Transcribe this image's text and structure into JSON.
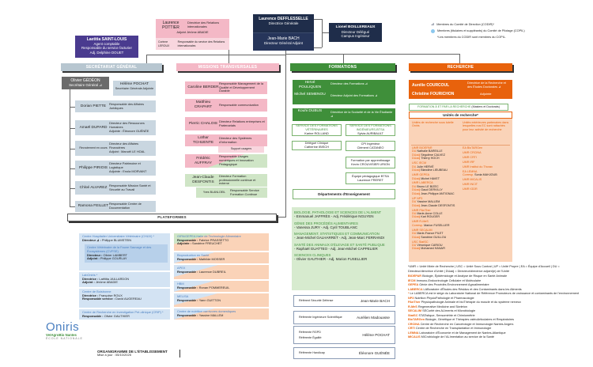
{
  "colors": {
    "navy": "#1f2d4a",
    "purple": "#4a3b8f",
    "pink": "#f4b8c6",
    "green": "#3f8f3a",
    "orange": "#e8620c",
    "peach": "#fad3b8",
    "slate": "#c9d6e0",
    "grey": "#6b6b6b"
  },
  "direction": {
    "dg_name": "Laurence DEFFLESSELLE",
    "dg_title": "Directrice Générale",
    "dga_name": "Jean-Marie BACH",
    "dga_title": "Directeur Général Adjoint",
    "dd_name": "Lionel BOILLEREAUX",
    "dd_title": "Directeur Délégué",
    "dd_title2": "Campus Ingénieur",
    "codir_mark": "⊿"
  },
  "agent": {
    "name": "Laetitia SAINT-LOUIS",
    "l1": "Agent comptable",
    "l2": "Responsable du service facturier",
    "l3": "Adj. Delphine DOUET"
  },
  "ri": {
    "name": "Laurence POTTIER",
    "title": "Directrice des Relations internationales",
    "adj": "Adjoint Jérôme ABADIE",
    "sub_name": "Corinne LEROUX",
    "sub_title": "Responsable du service des Relations internationales"
  },
  "legend": {
    "codir": "Membres du Comité de Direction (CODIR)*",
    "copil": "Membres (titulaires et suppléants) du Comité de Pilotage (COPIL)",
    "note": "*Les membres du CODIR sont membres du COPIL."
  },
  "headers": {
    "sg": "SECRÉTARIAT GÉNÉRAL",
    "missions": "MISSIONS TRANSVERSALES",
    "formations": "FORMATIONS",
    "recherche": "RECHERCHE",
    "plateformes": "PLATEFORMES"
  },
  "sg": {
    "head_name": "Olivier GÉDÉON",
    "head_title": "Secrétaire Général ⊿",
    "adj_name": "Hélène POCHAT",
    "adj_title": "Secrétaire Générale Adjointe",
    "rows": [
      {
        "name": "Dorian PIETTE",
        "role": "Responsable des Affaires Juridiques",
        "adj": ""
      },
      {
        "name": "Amaël DUPARD",
        "role": "Directeur des Ressources Humaines",
        "adj": "Adjointe : Éléonore GUÉNÉE"
      },
      {
        "name": "Recrutement en cours",
        "role": "Directeur des Affaires Financières",
        "adj": "Adjoint : Manoël LE HOAL"
      },
      {
        "name": "Philippe PIRIOIS",
        "role": "Directeur Patrimoine et Logistique",
        "adj": "Adjointe : Enola MORVANT"
      },
      {
        "name": "Chloé ALVAREZ",
        "role": "Responsable Mission Santé et Sécurité au Travail",
        "adj": ""
      },
      {
        "name": "Ramona FEILLET",
        "role": "Responsable Centre de Documentation",
        "adj": ""
      }
    ]
  },
  "missions": {
    "rows": [
      {
        "name": "Caroline BERDER",
        "role": "Responsable Management de la Qualité et Développement Durable"
      },
      {
        "name": "Matthieu CRAPART",
        "role": "Responsable communication"
      },
      {
        "name": "Pierric CHALOIS",
        "role": "Directeur Relations entreprises et Partenariats"
      },
      {
        "name": "Lothar TCHUENTE",
        "role": "Directeur des Systèmes d'Information"
      },
      {
        "name": "Frédéric AUFFRAY",
        "role": "Responsable Usages numériques et Innovation Pédagogique"
      },
      {
        "name": "Jean-Claude DESFONTIS",
        "role": "Directeur Formation professionnelle continue et externe"
      }
    ],
    "support": "Support usagers",
    "fc_name": "Yves BLANLOEIL",
    "fc_role": "Responsable Service Formation Continue"
  },
  "formations": {
    "dir": [
      {
        "name": "Hervé POULIQUEN",
        "role": "Directeur des Formations ⊿"
      },
      {
        "name": "Michel SEMENOU",
        "role": "Directeur Adjoint des Formations ⊿"
      },
      {
        "name": "Kouhi DUBUS",
        "role": "Directrice de la Scolarité et de la Vie Étudiante ⊿"
      }
    ],
    "vet_title": "SERVICE DES FORMATIONS VÉTÉRINAIRES",
    "vet_name": "Karine ROLLAND",
    "ing_title": "SERVICE DES FORMATIONS INGÉNIEURS-BTSA",
    "ing_name": "Sylvia AURIBAULT",
    "clin_title": "Délégué Clinique",
    "clin_name": "Catherine IBISCH",
    "cpi_title": "CPI Ingénieur",
    "cpi_name": "Clément CATANEO",
    "app_title": "Formation par apprentissage",
    "app_name": "Kevin CROUVISIER URION",
    "btsa_title": "Équipe pédagogique BTSA",
    "btsa_name": "Laurence FRERET",
    "depts_label": "Départements d'Enseignement",
    "depts": [
      {
        "title": "BIOLOGIE, PATHOLOGIE ET SCIENCES DE L'ALIMENT",
        "people": "- Emmanuel JAFFRÈS - Adj. Frédérique NGUYEN"
      },
      {
        "title": "GÉNIE DES PROCÉDÉS ALIMENTAIRES",
        "people": "- Vanessa JURY - Adj. Cyril TOUBLANC"
      },
      {
        "title": "MANAGEMENT, STATISTIQUES ET COMMUNICATION",
        "people": "- Jean-Michel GALHARRET - Adj. Jean-Marc FERRANDI"
      },
      {
        "title": "SANTÉ DES ANIMAUX D'ÉLEVAGE ET SANTÉ PUBLIQUE",
        "people": "- Raphaël GUATTEO - Adj. Jean-Michel CAPPELIER"
      },
      {
        "title": "SCIENCES CLINIQUES",
        "people": "- Olivier GAUTHIER - Adj. Marion FUSELLIER"
      }
    ],
    "referents": [
      {
        "label": "Référent Sécurité Défense",
        "label2": "",
        "name": "Jean-Marie BACH"
      },
      {
        "label": "Référente Ingénieure Scientifique",
        "label2": "",
        "name": "Aurélien Madouasse"
      },
      {
        "label": "Référente RGPD",
        "label2": "Référente Égalité",
        "name": "Hélène POCHAT"
      },
      {
        "label": "Référente Handicap",
        "label2": "",
        "name": "Éléonore GUÉNÉE"
      }
    ]
  },
  "recherche": {
    "dir_name": "Aurélie COURCOUL",
    "dir_title": "Directrice de la Recherche et des Études Doctorales ⊿",
    "adj_name": "Christine FOURICHON",
    "adj_title": "Adjointe",
    "formation": "FORMATION À ET PAR LA RECHERCHE",
    "formation2": "(Masters et Doctorats)",
    "units_title": "Unités de recherche*",
    "col_left": "Unités de recherche sous tutelle Oniris",
    "col_right": "Unités extérieures partenaires dans lesquelles nos EC sont rattachés pour leur activité de recherche",
    "units_left": [
      {
        "name": "UMR BIOEPAR",
        "lines": [
          [
            "DU",
            "Nathalie BAREILLE"
          ],
          [
            "DUadj",
            "Ségolène CALVEZ"
          ],
          [
            "DUadj",
            "Thierry HOCH"
          ]
        ]
      },
      {
        "name": "USC IECM",
        "lines": [
          [
            "DU",
            "Julie HERVÉ"
          ],
          [
            "DUadj",
            "Blandine LIEUBEAU"
          ]
        ]
      },
      {
        "name": "UMR GEPEA",
        "lines": [
          [
            "DUadj",
            "Michel HAVET"
          ]
        ]
      },
      {
        "name": "UMR LABERCA",
        "lines": [
          [
            "DU",
            "Bruno LE BIZEC"
          ],
          [
            "DUadj",
            "Gaud DERVILLY"
          ],
          [
            "DUadj",
            "Jean-Philippe ANTIGNAC"
          ]
        ]
      },
      {
        "name": "UP NP3",
        "lines": [
          [
            "DU",
            "Yassine MALLEM"
          ],
          [
            "DUadj",
            "Jean-Claude DESFONTIS"
          ]
        ]
      },
      {
        "name": "UMR PAnTher",
        "lines": [
          [
            "DU",
            "Marie-Anne COLLE"
          ],
          [
            "DUadj",
            "Karl ROUGER"
          ]
        ]
      },
      {
        "name": "UMR R-MeS",
        "lines": [
          [
            "Corresp.",
            "Marion FUSELLIER"
          ]
        ]
      },
      {
        "name": "UMR SECALIM",
        "lines": [
          [
            "DU",
            "Marie-France PILET"
          ],
          [
            "DUadj",
            "Sandrine GUILLOU"
          ]
        ]
      },
      {
        "name": "USC StatSC",
        "lines": [
          [
            "DU",
            "Véronique CARIOU"
          ],
          [
            "DUadj",
            "Mohamed HANAFI"
          ]
        ]
      }
    ],
    "units_right": [
      {
        "name": "EA BioTARGen",
        "lines": []
      },
      {
        "name": "UMR CRCINA",
        "lines": []
      },
      {
        "name": "UMR CRTI",
        "lines": []
      },
      {
        "name": "UMR IRF",
        "lines": []
      },
      {
        "name": "UMR Institut du Thorax",
        "lines": []
      },
      {
        "name": "EA LEMNA",
        "lines": [
          [
            "Corresp.",
            "Sonia MAHJOUB"
          ]
        ]
      },
      {
        "name": "UMR MICALIS",
        "lines": []
      },
      {
        "name": "UMR INCIT",
        "lines": []
      },
      {
        "name": "UMR IGDR",
        "lines": []
      }
    ],
    "abbrev": "*UMR = Unité Mixte de Recherche | USC = Unité Sous Contrat | UP = Unité Propre | EA = Équipe d'Accueil | DU = Directeur/directrice d'Unité | DUadj = Directeur/directrice adjoint(e) de l'Unité",
    "glossary": [
      [
        "BIOEPAR",
        "Biologie, Épidémiologie et Analyse de Risque en Santé Animale"
      ],
      [
        "IECM",
        "Immuno-Endocrinologie Cellulaire et Moléculaire"
      ],
      [
        "GEPEA",
        "Génie des Procédés Environnement Agroalimentaire"
      ],
      [
        "LABERCA",
        "LABoratoire d'Études des Résidus et des Contaminants dans les Aliments"
      ],
      [
        "*",
        "Le LABERCA est le siège du Laboratoire National de Référence Promoteurs de croissance et contaminants de l'environnement"
      ],
      [
        "NP3",
        "Nutrition PhysioPathologie et Pharmacologie"
      ],
      [
        "PAnTher",
        "Physiopathologie Animale et bioThérapie du muscle et du système nerveux"
      ],
      [
        "R-MeS",
        "Regenerative Medicine and Skeleton"
      ],
      [
        "SECALIM",
        "SECurité des ALIments et Microbiologie"
      ],
      [
        "StatSC",
        "STATistique, Sensométrie et Chimiométrie"
      ],
      [
        "BioTARGen",
        "Biologie, Génétique et Thérapies ostéoArticulaires et Respiratoires"
      ],
      [
        "CRCINA",
        "Centre de Recherche en Cancérologie et Immunologie Nantes Angers"
      ],
      [
        "CRTI",
        "Centre de Recherche en Transplantation et Immunologie"
      ],
      [
        "LEMNA",
        "Laboratoire d'Économie et de Management de Nantes-Atlantique"
      ],
      [
        "MICALIS",
        "MICrobiologie de l'ALImentation au service de la Santé"
      ]
    ]
  },
  "plateformes": {
    "left": [
      {
        "title": "Centre Hospitalier Universitaire Vétérinaire (CHUV) *",
        "lines": [
          [
            "Directeur ⊿ :",
            "Philippe BLUMSTEIN"
          ]
        ],
        "sub": {
          "title": "Centre Vétérinaire de la Faune Sauvage et des Écosystèmes (CVFSE)",
          "lines": [
            [
              "Directeur :",
              "Olivier LAMBERT"
            ],
            [
              "Adjoint :",
              "Philippe GOURLAY"
            ]
          ]
        }
      },
      {
        "title": "LabOniris *",
        "lines": [
          [
            "Directrice :",
            "Laëtitia JAILLARDON"
          ],
          [
            "Adjoint :",
            "Jérôme ABADIE"
          ]
        ]
      },
      {
        "title": "Centre de Boisbonne",
        "lines": [
          [
            "Directrice :",
            "Françoise ROUX"
          ],
          [
            "Responsable service :",
            "David AUGEREAU"
          ]
        ]
      },
      {
        "title": "Centre de Recherche en Investigation Pré-clinique (CRIP) *",
        "lines": [
          [
            "Responsable :",
            "Olivier GAUTHIER"
          ]
        ]
      }
    ],
    "right": [
      {
        "title": "GIPA/GEPEA Halle de Technologie Alimentaire",
        "lines": [
          [
            "Responsable :",
            "Fabrice PRASSETTO"
          ],
          [
            "Adjointe :",
            "Sandrine FREUCHET"
          ]
        ]
      },
      {
        "title": "Bioproduction en Santé",
        "lines": [
          [
            "Responsable :",
            "Mathilde MOSSER"
          ]
        ]
      },
      {
        "title": "APEX",
        "lines": [
          [
            "Responsable :",
            "Laurence DUBREIL"
          ]
        ]
      },
      {
        "title": "HBM",
        "lines": [
          [
            "Responsable :",
            "Ronan POMMEREUIL"
          ]
        ]
      },
      {
        "title": "MELISA",
        "lines": [
          [
            "Responsable :",
            "Yann GUITTON"
          ]
        ]
      },
      {
        "title": "Centre de nutrition carnivores domestiques",
        "lines": [
          [
            "Responsable :",
            "Yassine MALLEM"
          ]
        ]
      }
    ]
  },
  "footer": {
    "logo": "Oniris",
    "logo_sub": "VetAgroBio Nantes",
    "logo_sub2": "ÉCOLE NATIONALE",
    "title": "ORGANIGRAMME DE L'ÉTABLISSEMENT",
    "updated": "Mise à jour : 05/10/2025"
  }
}
